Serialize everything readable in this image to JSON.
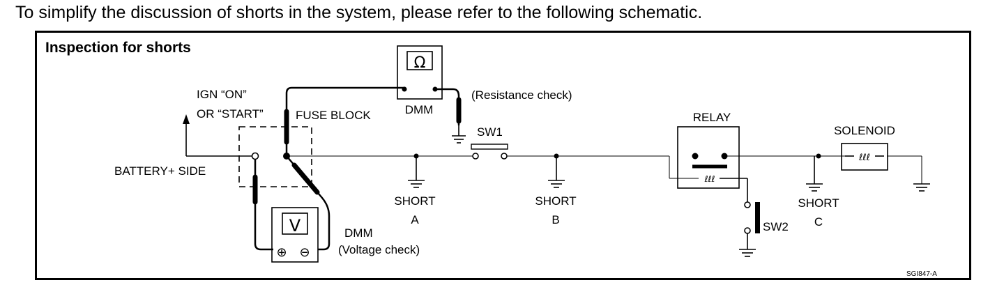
{
  "intro_text": "To simplify the discussion of shorts in the system, please refer to the following schematic.",
  "diagram": {
    "title": "Inspection for shorts",
    "ign_label_1": "IGN “ON”",
    "ign_label_2": "OR “START”",
    "fuse_block": "FUSE BLOCK",
    "battery_side": "BATTERY+ SIDE",
    "dmm_top": "DMM",
    "ohm_symbol": "Ω",
    "resistance_check": "(Resistance check)",
    "sw1": "SW1",
    "relay": "RELAY",
    "solenoid": "SOLENOID",
    "short_a_1": "SHORT",
    "short_a_2": "A",
    "short_b_1": "SHORT",
    "short_b_2": "B",
    "short_c_1": "SHORT",
    "short_c_2": "C",
    "sw2": "SW2",
    "dmm_bottom": "DMM",
    "voltage_check": "(Voltage check)",
    "volt_symbol": "V",
    "plus_symbol": "⊕",
    "minus_symbol": "⊖",
    "ref_code": "SGI847-A"
  }
}
